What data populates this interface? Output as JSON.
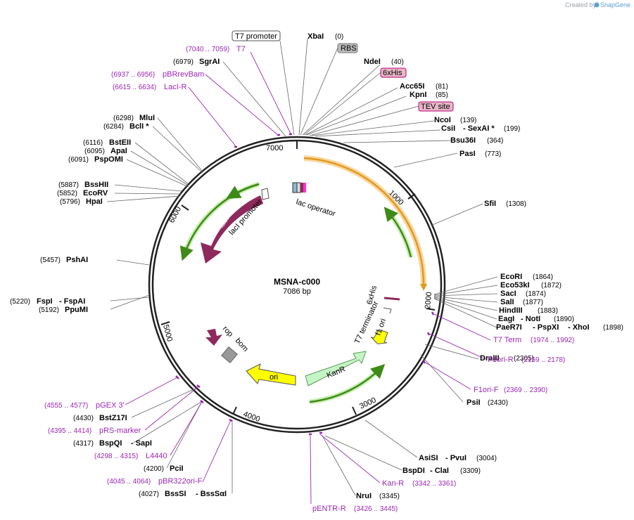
{
  "brand": {
    "created_by": "Created by",
    "name": "SnapGene"
  },
  "plasmid": {
    "name": "MSNA-c000",
    "length": "7086 bp"
  },
  "map_ticks": [
    "1000",
    "2000",
    "3000",
    "4000",
    "5000",
    "6000",
    "7000"
  ],
  "top_features": {
    "t7_promoter": "T7 promoter",
    "rbs": "RBS",
    "his_tag": "6xHis",
    "tev_site": "TEV site"
  },
  "features": {
    "lac_operator": "lac operator",
    "laci_promoter": "lacI promoter",
    "laci": "lacI",
    "rop": "rop",
    "bom": "bom",
    "ori": "ori",
    "kanr": "KanR",
    "f1_ori": "f1 ori",
    "t7_terminator": "T7 terminator",
    "his_tag_c": "6xHis"
  },
  "enzymes": [
    {
      "name": "XbaI",
      "pos": "(0)"
    },
    {
      "name": "NdeI",
      "pos": "(40)"
    },
    {
      "name": "Acc65I",
      "pos": "(81)"
    },
    {
      "name": "KpnI",
      "pos": "(85)"
    },
    {
      "name": "NcoI",
      "pos": "(139)"
    },
    {
      "name": "CsiI",
      "name2": "- SexAI *",
      "pos": "(199)"
    },
    {
      "name": "Bsu36I",
      "pos": "(364)"
    },
    {
      "name": "PasI",
      "pos": "(773)"
    },
    {
      "name": "SfiI",
      "pos": "(1308)"
    },
    {
      "name": "EcoRI",
      "pos": "(1864)"
    },
    {
      "name": "Eco53kI",
      "pos": "(1872)"
    },
    {
      "name": "SacI",
      "pos": "(1874)"
    },
    {
      "name": "SalI",
      "pos": "(1877)"
    },
    {
      "name": "HindIII",
      "pos": "(1883)"
    },
    {
      "name": "EagI",
      "name2": "- NotI",
      "pos": "(1890)"
    },
    {
      "name": "PaeR7I",
      "name2": "- PspXI",
      "name3": "- XhoI",
      "pos": "(1898)"
    },
    {
      "name": "DraIII",
      "pos": "(2305)"
    },
    {
      "name": "PsiI",
      "pos": "(2430)"
    },
    {
      "name": "AsiSI",
      "name2": "- PvuI",
      "pos": "(3004)"
    },
    {
      "name": "BspDI",
      "name2": "- ClaI",
      "pos": "(3309)"
    },
    {
      "name": "NruI",
      "pos": "(3345)"
    },
    {
      "name": "BssSI",
      "name2": "- BssSαI",
      "pos": "(4027)"
    },
    {
      "name": "PciI",
      "pos": "(4200)"
    },
    {
      "name": "BspQI",
      "name2": "- SapI",
      "pos": "(4317)"
    },
    {
      "name": "BstZ17I",
      "pos": "(4430)"
    },
    {
      "name": "FspI",
      "name2": "- FspAI",
      "pos": "(5220)"
    },
    {
      "name": "PpuMI",
      "pos": "(5192)"
    },
    {
      "name": "PshAI",
      "pos": "(5457)"
    },
    {
      "name": "HpaI",
      "pos": "(5796)"
    },
    {
      "name": "EcoRV",
      "pos": "(5852)"
    },
    {
      "name": "BssHII",
      "pos": "(5887)"
    },
    {
      "name": "PspOMI",
      "pos": "(6091)"
    },
    {
      "name": "ApaI",
      "pos": "(6095)"
    },
    {
      "name": "BstEII",
      "pos": "(6116)"
    },
    {
      "name": "BclI *",
      "pos": "(6284)"
    },
    {
      "name": "MluI",
      "pos": "(6298)"
    },
    {
      "name": "SgrAI",
      "pos": "(6979)"
    }
  ],
  "primers": [
    {
      "name": "T7",
      "range": "(7040 .. 7059)"
    },
    {
      "name": "pBRrevBam",
      "range": "(6937 .. 6956)"
    },
    {
      "name": "LacI-R",
      "range": "(6615 .. 6634)"
    },
    {
      "name": "T7 Term",
      "range": "(1974 .. 1992)"
    },
    {
      "name": "F1ori-R",
      "range": "(2159 .. 2178)"
    },
    {
      "name": "F1ori-F",
      "range": "(2369 .. 2390)"
    },
    {
      "name": "Kan-R",
      "range": "(3342 .. 3361)"
    },
    {
      "name": "pENTR-R",
      "range": "(3426 .. 3445)"
    },
    {
      "name": "pBR322ori-F",
      "range": "(4045 .. 4064)"
    },
    {
      "name": "L4440",
      "range": "(4298 .. 4315)"
    },
    {
      "name": "pRS-marker",
      "range": "(4395 .. 4414)"
    },
    {
      "name": "pGEX 3'",
      "range": "(4555 .. 4577)"
    }
  ],
  "colors": {
    "backbone": "#222222",
    "primer": "#9b26b6",
    "orf": "#8e2a5b",
    "ori": "#ffff00",
    "kanr": "#c5f5c5",
    "insert": "#f5a623",
    "arrow_green": "#3e8a18"
  }
}
